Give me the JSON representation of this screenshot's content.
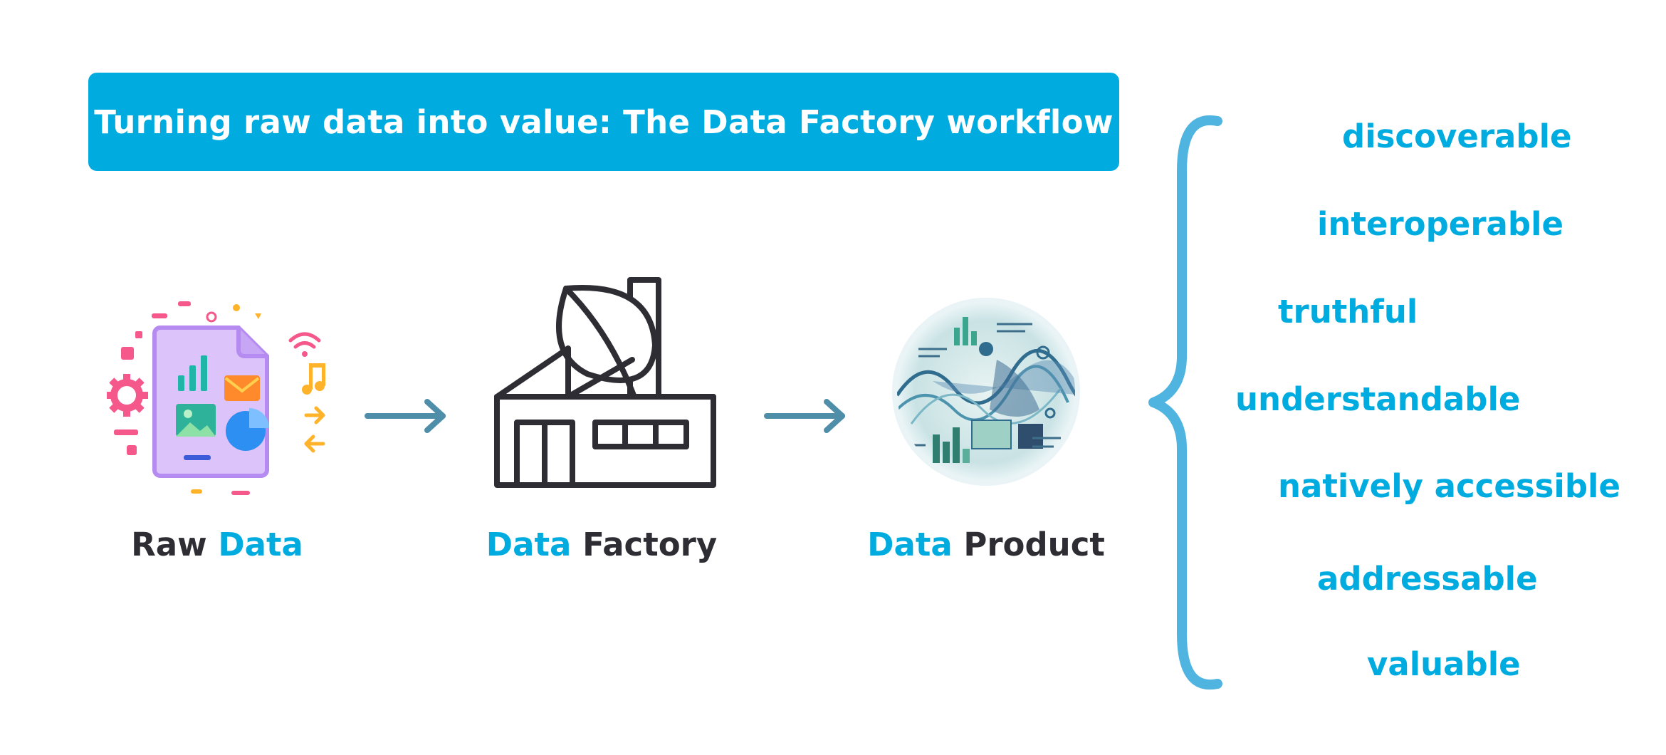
{
  "banner": {
    "title": "Turning raw data into value: The Data Factory workflow"
  },
  "stages": [
    {
      "word1": "Raw",
      "word2": "Data"
    },
    {
      "word1": "Data",
      "word2": "Factory"
    },
    {
      "word1": "Data",
      "word2": "Product"
    }
  ],
  "properties": [
    "discoverable",
    "interoperable",
    "truthful",
    "understandable",
    "natively accessible",
    "addressable",
    "valuable"
  ],
  "colors": {
    "accent": "#00ACDF",
    "dark_text": "#2D2D33",
    "arrow": "#4F8EA8",
    "brace": "#4FB4DF"
  }
}
